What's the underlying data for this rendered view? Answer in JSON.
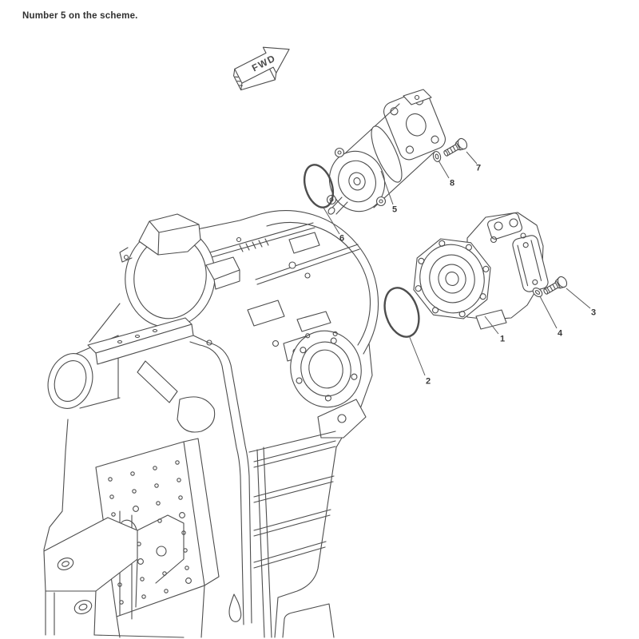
{
  "page": {
    "note": "Number 5 on the scheme.",
    "background": "#ffffff"
  },
  "diagram": {
    "type": "exploded-parts-diagram",
    "direction_label": "FWD",
    "line_color": "#4d4d4d",
    "text_color": "#2f2f2f",
    "label_color": "#3a3a3a"
  },
  "callouts": [
    {
      "label": "1"
    },
    {
      "label": "2"
    },
    {
      "label": "3"
    },
    {
      "label": "4"
    },
    {
      "label": "5"
    },
    {
      "label": "6"
    },
    {
      "label": "7"
    },
    {
      "label": "8"
    }
  ]
}
